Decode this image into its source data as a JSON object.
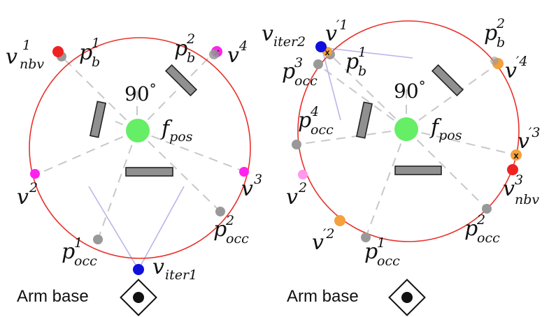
{
  "colors": {
    "circle": "#e8302a",
    "obstacle_fill": "#909090",
    "point_gray": "#999999",
    "target_green": "#66ee66",
    "ray_dash": "#c8c8c8",
    "sight_line": "#b9b6ea",
    "iter_blue": "#1010dd",
    "magenta": "#ff22ee",
    "magenta_light": "#ff99ee",
    "orange": "#f4a03c",
    "nbv_red": "#ee2222"
  },
  "left": {
    "angle": {
      "num": "90",
      "sup": "°"
    },
    "target": {
      "base": "f",
      "sub": "pos"
    },
    "base_caption": "Arm base",
    "labels": {
      "v_nbv1": {
        "base": "v",
        "sup": "1",
        "sub": "nbv"
      },
      "p_b1": {
        "base": "p",
        "sup": "1",
        "sub": "b"
      },
      "p_b2": {
        "base": "p",
        "sup": "2",
        "sub": "b"
      },
      "v4": {
        "base": "v",
        "sup": "4"
      },
      "v2": {
        "base": "v",
        "sup": "2"
      },
      "v3": {
        "base": "v",
        "sup": "3"
      },
      "p_occ1": {
        "base": "p",
        "sup": "1",
        "sub": "occ"
      },
      "p_occ2": {
        "base": "p",
        "sup": "2",
        "sub": "occ"
      },
      "v_iter1": {
        "base": "v",
        "sub": "iter1"
      }
    },
    "marker": "x"
  },
  "right": {
    "angle": {
      "num": "90",
      "sup": "°"
    },
    "target": {
      "base": "f",
      "sub": "pos"
    },
    "base_caption": "Arm base",
    "labels": {
      "v_iter2": {
        "base": "v",
        "sub": "iter2"
      },
      "vp1": {
        "base": "v",
        "sup": "′1"
      },
      "p_b1": {
        "base": "p",
        "sup": "1",
        "sub": "b"
      },
      "p_occ3": {
        "base": "p",
        "sup": "3",
        "sub": "occ"
      },
      "p_b2": {
        "base": "p",
        "sup": "2",
        "sub": "b"
      },
      "vp4": {
        "base": "v",
        "sup": "′4"
      },
      "p_occ4": {
        "base": "p",
        "sup": "4",
        "sub": "occ"
      },
      "vp3": {
        "base": "v",
        "sup": "′3"
      },
      "v_nbv3": {
        "base": "v",
        "sup": "3",
        "sub": "nbv"
      },
      "v2": {
        "base": "v",
        "sup": "2"
      },
      "vp2": {
        "base": "v",
        "sup": "′2"
      },
      "p_occ1": {
        "base": "p",
        "sup": "1",
        "sub": "occ"
      },
      "p_occ2": {
        "base": "p",
        "sup": "2",
        "sub": "occ"
      }
    },
    "marker_top": "x",
    "marker_right": "x"
  }
}
